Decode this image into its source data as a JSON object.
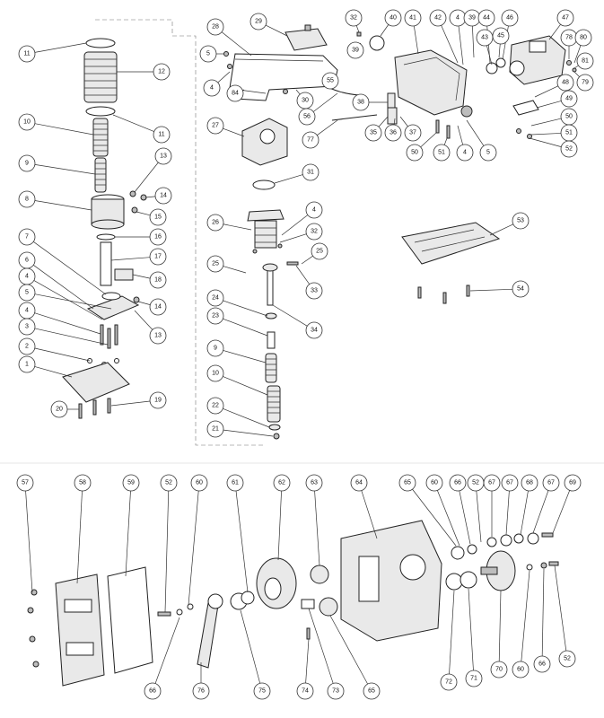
{
  "callouts": [
    {
      "id": "c-11a",
      "label": "11"
    },
    {
      "id": "c-12",
      "label": "12"
    },
    {
      "id": "c-11b",
      "label": "11"
    },
    {
      "id": "c-10a",
      "label": "10"
    },
    {
      "id": "c-9a",
      "label": "9"
    },
    {
      "id": "c-13a",
      "label": "13"
    },
    {
      "id": "c-14a",
      "label": "14"
    },
    {
      "id": "c-15",
      "label": "15"
    },
    {
      "id": "c-8",
      "label": "8"
    },
    {
      "id": "c-16",
      "label": "16"
    },
    {
      "id": "c-7",
      "label": "7"
    },
    {
      "id": "c-17",
      "label": "17"
    },
    {
      "id": "c-6",
      "label": "6"
    },
    {
      "id": "c-18",
      "label": "18"
    },
    {
      "id": "c-4a",
      "label": "4"
    },
    {
      "id": "c-5a",
      "label": "5"
    },
    {
      "id": "c-14b",
      "label": "14"
    },
    {
      "id": "c-13b",
      "label": "13"
    },
    {
      "id": "c-4b",
      "label": "4"
    },
    {
      "id": "c-3",
      "label": "3"
    },
    {
      "id": "c-2",
      "label": "2"
    },
    {
      "id": "c-1",
      "label": "1"
    },
    {
      "id": "c-20",
      "label": "20"
    },
    {
      "id": "c-19",
      "label": "19"
    },
    {
      "id": "c-28",
      "label": "28"
    },
    {
      "id": "c-29",
      "label": "29"
    },
    {
      "id": "c-5b",
      "label": "5"
    },
    {
      "id": "c-4c",
      "label": "4"
    },
    {
      "id": "c-84",
      "label": "84"
    },
    {
      "id": "c-30",
      "label": "30"
    },
    {
      "id": "c-55",
      "label": "55"
    },
    {
      "id": "c-56",
      "label": "56"
    },
    {
      "id": "c-27",
      "label": "27"
    },
    {
      "id": "c-31",
      "label": "31"
    },
    {
      "id": "c-77",
      "label": "77"
    },
    {
      "id": "c-26",
      "label": "26"
    },
    {
      "id": "c-4d",
      "label": "4"
    },
    {
      "id": "c-32a",
      "label": "32"
    },
    {
      "id": "c-25a",
      "label": "25"
    },
    {
      "id": "c-25b",
      "label": "25"
    },
    {
      "id": "c-33",
      "label": "33"
    },
    {
      "id": "c-24",
      "label": "24"
    },
    {
      "id": "c-34",
      "label": "34"
    },
    {
      "id": "c-23",
      "label": "23"
    },
    {
      "id": "c-9b",
      "label": "9"
    },
    {
      "id": "c-10b",
      "label": "10"
    },
    {
      "id": "c-22",
      "label": "22"
    },
    {
      "id": "c-21",
      "label": "21"
    },
    {
      "id": "c-32b",
      "label": "32"
    },
    {
      "id": "c-40",
      "label": "40"
    },
    {
      "id": "c-41",
      "label": "41"
    },
    {
      "id": "c-42",
      "label": "42"
    },
    {
      "id": "c-4e",
      "label": "4"
    },
    {
      "id": "c-39a",
      "label": "39"
    },
    {
      "id": "c-44",
      "label": "44"
    },
    {
      "id": "c-46",
      "label": "46"
    },
    {
      "id": "c-47",
      "label": "47"
    },
    {
      "id": "c-39b",
      "label": "39"
    },
    {
      "id": "c-43",
      "label": "43"
    },
    {
      "id": "c-45",
      "label": "45"
    },
    {
      "id": "c-78",
      "label": "78"
    },
    {
      "id": "c-80",
      "label": "80"
    },
    {
      "id": "c-81",
      "label": "81"
    },
    {
      "id": "c-79",
      "label": "79"
    },
    {
      "id": "c-38",
      "label": "38"
    },
    {
      "id": "c-48",
      "label": "48"
    },
    {
      "id": "c-49",
      "label": "49"
    },
    {
      "id": "c-50a",
      "label": "50"
    },
    {
      "id": "c-51a",
      "label": "51"
    },
    {
      "id": "c-52a",
      "label": "52"
    },
    {
      "id": "c-35",
      "label": "35"
    },
    {
      "id": "c-36",
      "label": "36"
    },
    {
      "id": "c-37",
      "label": "37"
    },
    {
      "id": "c-50b",
      "label": "50"
    },
    {
      "id": "c-51b",
      "label": "51"
    },
    {
      "id": "c-4f",
      "label": "4"
    },
    {
      "id": "c-5c",
      "label": "5"
    },
    {
      "id": "c-53",
      "label": "53"
    },
    {
      "id": "c-54",
      "label": "54"
    },
    {
      "id": "c-57",
      "label": "57"
    },
    {
      "id": "c-58",
      "label": "58"
    },
    {
      "id": "c-59",
      "label": "59"
    },
    {
      "id": "c-52b",
      "label": "52"
    },
    {
      "id": "c-60a",
      "label": "60"
    },
    {
      "id": "c-61",
      "label": "61"
    },
    {
      "id": "c-62",
      "label": "62"
    },
    {
      "id": "c-63",
      "label": "63"
    },
    {
      "id": "c-64",
      "label": "64"
    },
    {
      "id": "c-65a",
      "label": "65"
    },
    {
      "id": "c-60b",
      "label": "60"
    },
    {
      "id": "c-66a",
      "label": "66"
    },
    {
      "id": "c-52c",
      "label": "52"
    },
    {
      "id": "c-67a",
      "label": "67"
    },
    {
      "id": "c-67b",
      "label": "67"
    },
    {
      "id": "c-68",
      "label": "68"
    },
    {
      "id": "c-67c",
      "label": "67"
    },
    {
      "id": "c-69",
      "label": "69"
    },
    {
      "id": "c-66b",
      "label": "66"
    },
    {
      "id": "c-76",
      "label": "76"
    },
    {
      "id": "c-75",
      "label": "75"
    },
    {
      "id": "c-74",
      "label": "74"
    },
    {
      "id": "c-73",
      "label": "73"
    },
    {
      "id": "c-65b",
      "label": "65"
    },
    {
      "id": "c-72",
      "label": "72"
    },
    {
      "id": "c-71",
      "label": "71"
    },
    {
      "id": "c-70",
      "label": "70"
    },
    {
      "id": "c-60c",
      "label": "60"
    },
    {
      "id": "c-66c",
      "label": "66"
    },
    {
      "id": "c-52d",
      "label": "52"
    }
  ]
}
